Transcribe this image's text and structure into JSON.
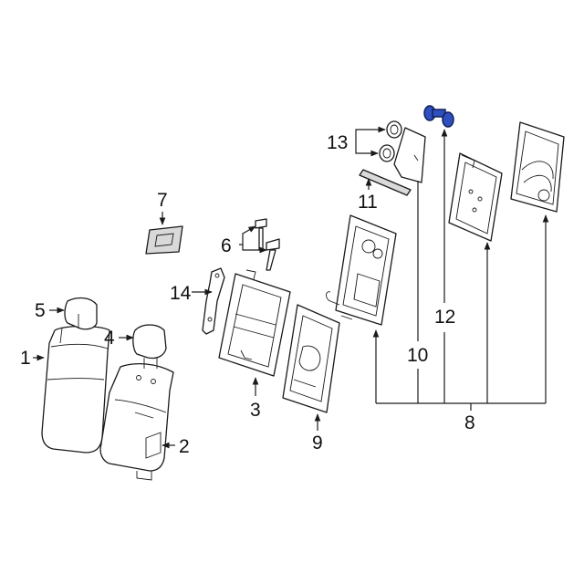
{
  "callouts": {
    "c1": "1",
    "c2": "2",
    "c3": "3",
    "c4": "4",
    "c5": "5",
    "c6": "6",
    "c7": "7",
    "c8": "8",
    "c9": "9",
    "c10": "10",
    "c11": "11",
    "c12": "12",
    "c13": "13",
    "c14": "14"
  },
  "colors": {
    "line": "#1a1a1a",
    "highlight_fill": "#2f4fbf",
    "highlight_stroke": "#10205a",
    "part_grey": "#d9d9d9"
  },
  "highlighted_part": "12"
}
